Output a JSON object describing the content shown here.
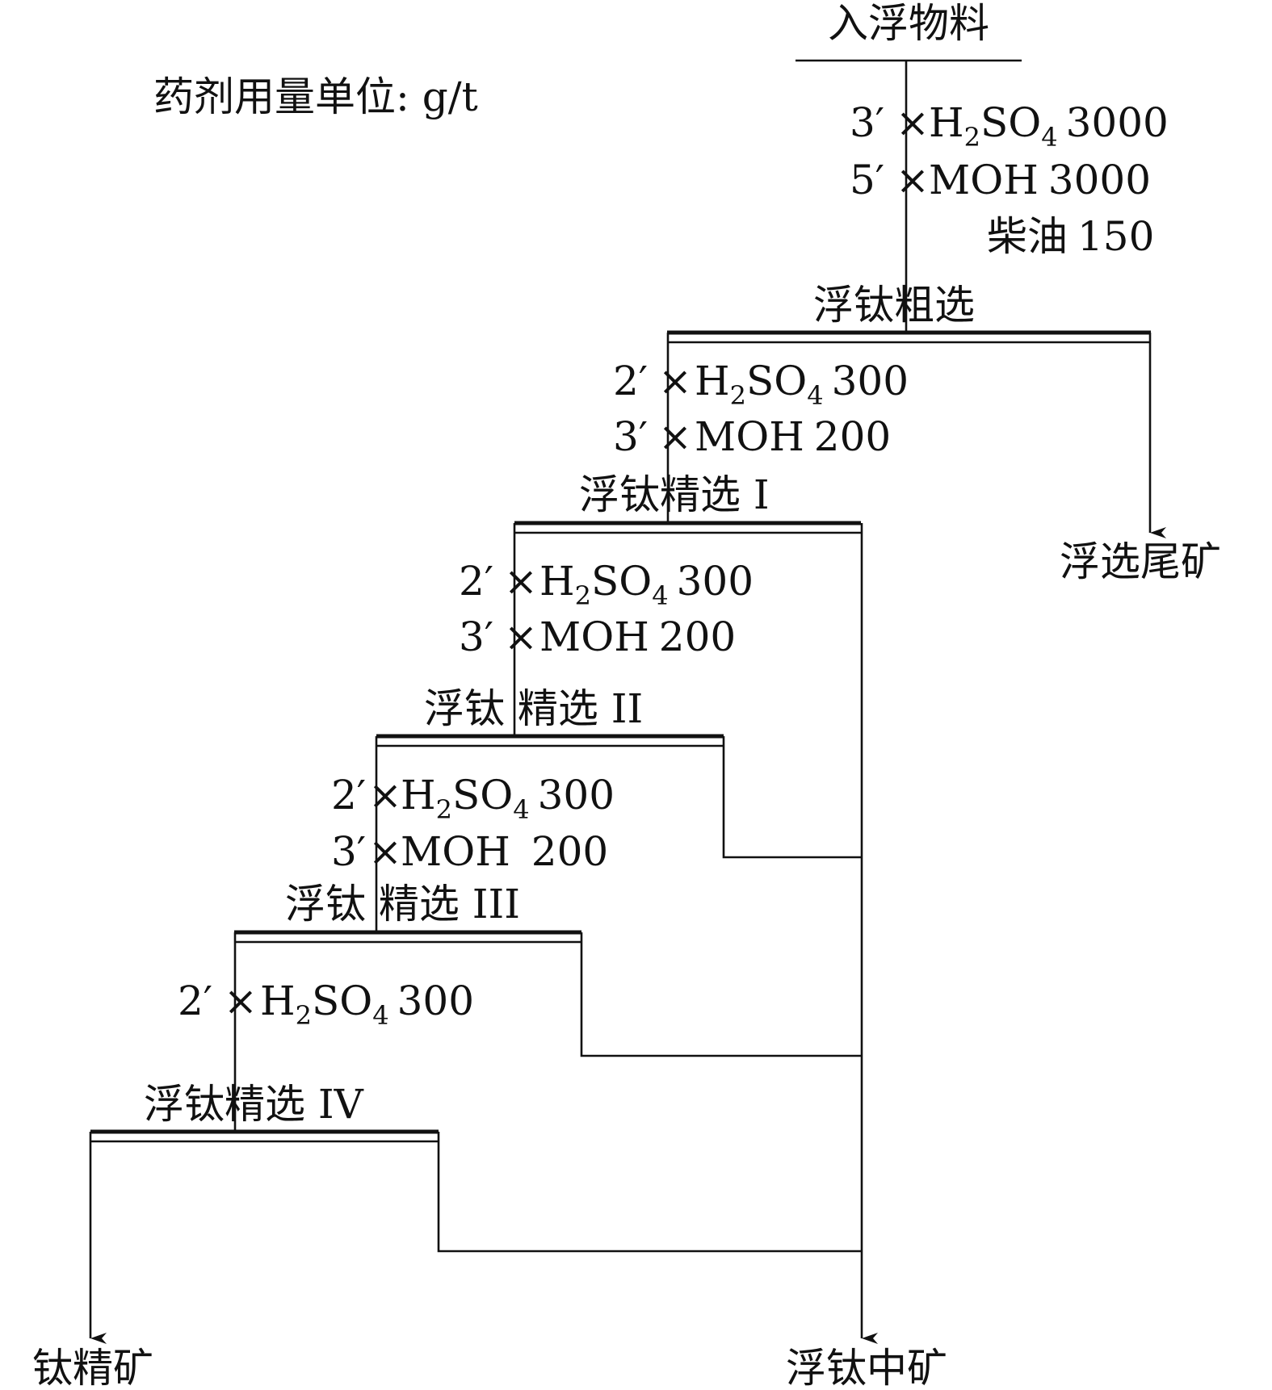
{
  "dosage_note": "药剂用量单位: g/t",
  "feed": {
    "label": "入浮物料"
  },
  "stages": [
    {
      "id": "rougher",
      "label": "浮钛粗选",
      "reagents": [
        {
          "time": "3′",
          "sep": "×",
          "name_main": "H",
          "name_sub1": "2",
          "name_mid": "SO",
          "name_sub2": "4",
          "dose": "3000"
        },
        {
          "time": "5′",
          "sep": "×",
          "name_main": "MOH",
          "dose": "3000"
        },
        {
          "name_main": "柴油",
          "dose": "150"
        }
      ]
    },
    {
      "id": "cleaner-1",
      "label": "浮钛精选 I",
      "reagents": [
        {
          "time": "2′",
          "sep": "×",
          "name_main": "H",
          "name_sub1": "2",
          "name_mid": "SO",
          "name_sub2": "4",
          "dose": "300"
        },
        {
          "time": "3′",
          "sep": "×",
          "name_main": "MOH",
          "dose": "200"
        }
      ]
    },
    {
      "id": "cleaner-2",
      "label": "浮钛 精选 II",
      "reagents": [
        {
          "time": "2′",
          "sep": "×",
          "name_main": "H",
          "name_sub1": "2",
          "name_mid": "SO",
          "name_sub2": "4",
          "dose": "300"
        },
        {
          "time": "3′",
          "sep": "×",
          "name_main": "MOH",
          "dose": "200"
        }
      ]
    },
    {
      "id": "cleaner-3",
      "label": "浮钛 精选 III",
      "reagents": [
        {
          "time": "2′",
          "sep": "×",
          "name_main": "H",
          "name_sub1": "2",
          "name_mid": "SO",
          "name_sub2": "4",
          "dose": "300"
        },
        {
          "time": "3′",
          "sep": "×",
          "name_main": "MOH",
          "dose": "200"
        }
      ]
    },
    {
      "id": "cleaner-4",
      "label": "浮钛精选 IV",
      "reagents": [
        {
          "time": "2′",
          "sep": "×",
          "name_main": "H",
          "name_sub1": "2",
          "name_mid": "SO",
          "name_sub2": "4",
          "dose": "300"
        }
      ]
    }
  ],
  "products": {
    "tailings": "浮选尾矿",
    "concentrate": "钛精矿",
    "middlings": "浮钛中矿"
  }
}
